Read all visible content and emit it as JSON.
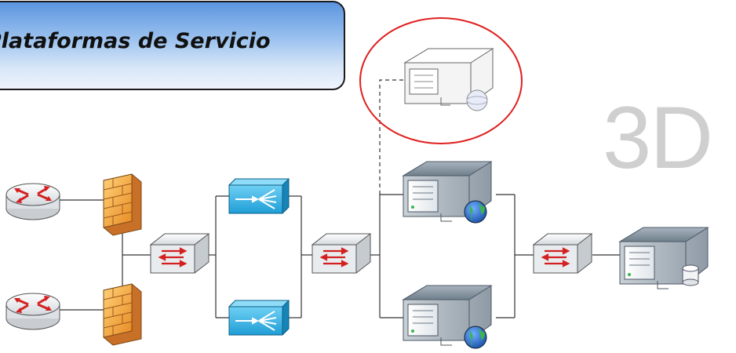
{
  "title": "Plataformas de Servicio",
  "watermark": "3D",
  "colors": {
    "title_gradient_top": "#5b95df",
    "highlight_circle": "#e02020",
    "load_balancer": "#3bb8e8",
    "firewall": "#f0a040",
    "router_arrows": "#d42020"
  },
  "nodes": [
    {
      "name": "router-top",
      "icon": "router-icon"
    },
    {
      "name": "router-bottom",
      "icon": "router-icon"
    },
    {
      "name": "firewall-top",
      "icon": "firewall-icon"
    },
    {
      "name": "firewall-bottom",
      "icon": "firewall-icon"
    },
    {
      "name": "switch-left",
      "icon": "switch-icon"
    },
    {
      "name": "load-balancer-top",
      "icon": "load-balancer-icon"
    },
    {
      "name": "load-balancer-bottom",
      "icon": "load-balancer-icon"
    },
    {
      "name": "switch-center",
      "icon": "switch-icon"
    },
    {
      "name": "web-server-new",
      "icon": "web-server-icon",
      "highlighted": true
    },
    {
      "name": "web-server-top",
      "icon": "web-server-icon"
    },
    {
      "name": "web-server-bottom",
      "icon": "web-server-icon"
    },
    {
      "name": "switch-right",
      "icon": "switch-icon"
    },
    {
      "name": "database-server",
      "icon": "database-server-icon"
    }
  ]
}
